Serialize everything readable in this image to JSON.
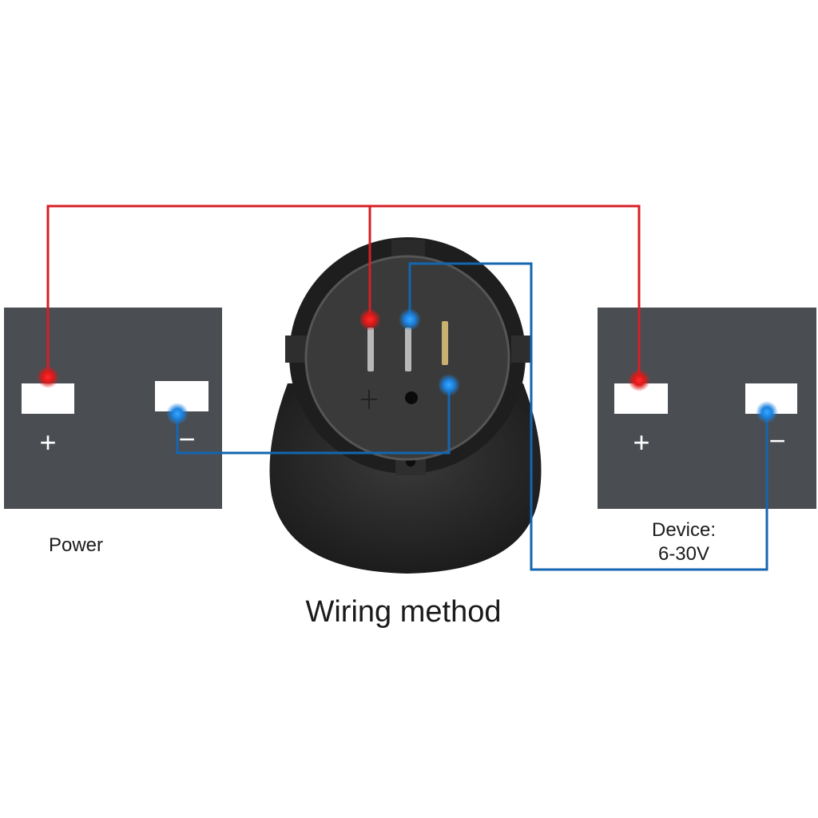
{
  "title": "Wiring method",
  "power": {
    "label": "Power",
    "plus": "+",
    "minus": "−"
  },
  "device": {
    "label_line1": "Device:",
    "label_line2": "6-30V",
    "plus": "+",
    "minus": "−"
  },
  "colors": {
    "positive_wire": "#d61f26",
    "negative_wire": "#1466b0",
    "terminal_box": "#4a4d52",
    "component": "#2b2b2b"
  }
}
